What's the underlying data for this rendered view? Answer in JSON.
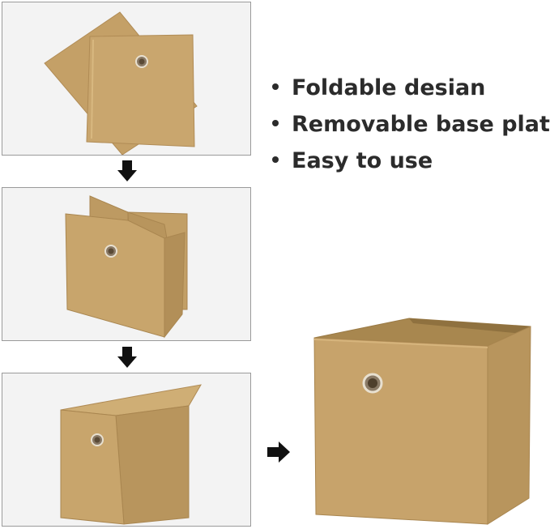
{
  "features": [
    "Foldable desian",
    "Removable base plate",
    "Easy to use"
  ],
  "colors": {
    "fabric": "#c8a46b",
    "fabric_dark": "#b48f57",
    "fabric_light": "#d4b27b",
    "panel_bg": "#f3f3f3",
    "panel_border": "#9a9a9a",
    "text": "#2b2b2b"
  },
  "icons": {
    "step_arrow": "arrow-down-icon",
    "result_arrow": "arrow-right-icon",
    "handle": "grommet-icon"
  }
}
